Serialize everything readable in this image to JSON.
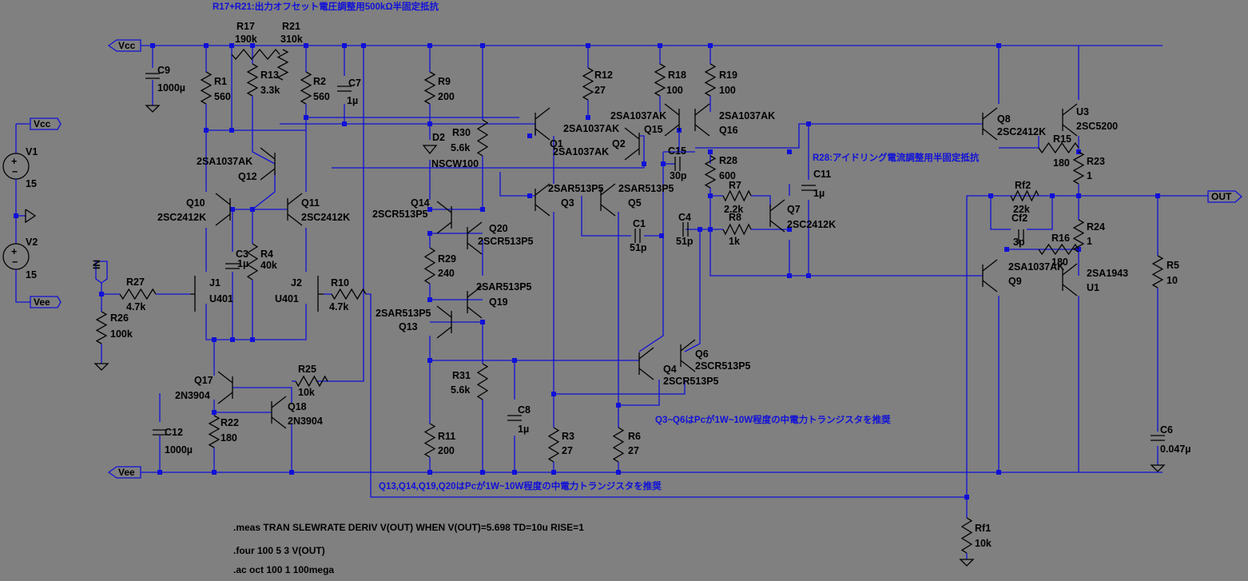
{
  "notes": {
    "offset_trim": "R17+R21:出力オフセット電圧調整用500kΩ半固定抵抗",
    "idle_current": "R28:アイドリング電流調整用半固定抵抗",
    "q3_q6": "Q3~Q6はPcが1W~10W程度の中電力トランジスタを推奨",
    "q13_q20": "Q13,Q14,Q19,Q20はPcが1W~10W程度の中電力トランジスタを推奨"
  },
  "nets": {
    "vcc": "Vcc",
    "vee": "Vee",
    "in": "IN",
    "out": "OUT"
  },
  "directives": {
    "meas": ".meas TRAN SLEWRATE DERIV V(OUT) WHEN V(OUT)=5.698 TD=10u RISE=1",
    "four": ".four 100 5 3 V(OUT)",
    "ac": ".ac oct 100 1 100mega"
  },
  "components": {
    "V1": {
      "name": "V1",
      "value": "15"
    },
    "V2": {
      "name": "V2",
      "value": "15"
    },
    "C9": {
      "name": "C9",
      "value": "1000µ"
    },
    "C12": {
      "name": "C12",
      "value": "1000µ"
    },
    "R17": {
      "name": "R17",
      "value": "190k"
    },
    "R21": {
      "name": "R21",
      "value": "310k"
    },
    "R1": {
      "name": "R1",
      "value": "560"
    },
    "R13": {
      "name": "R13",
      "value": "3.3k"
    },
    "R2": {
      "name": "R2",
      "value": "560"
    },
    "C7": {
      "name": "C7",
      "value": "1µ"
    },
    "R9": {
      "name": "R9",
      "value": "200"
    },
    "R12": {
      "name": "R12",
      "value": "27"
    },
    "R18": {
      "name": "R18",
      "value": "100"
    },
    "R19": {
      "name": "R19",
      "value": "100"
    },
    "Q12": {
      "name": "Q12",
      "value": "2SA1037AK"
    },
    "Q10": {
      "name": "Q10",
      "value": "2SC2412K"
    },
    "Q11": {
      "name": "Q11",
      "value": "2SC2412K"
    },
    "C3": {
      "name": "C3",
      "value": "1µ"
    },
    "R4": {
      "name": "R4",
      "value": "40k"
    },
    "J1": {
      "name": "J1",
      "value": "U401"
    },
    "J2": {
      "name": "J2",
      "value": "U401"
    },
    "R27": {
      "name": "R27",
      "value": "4.7k"
    },
    "R26": {
      "name": "R26",
      "value": "100k"
    },
    "R10": {
      "name": "R10",
      "value": "4.7k"
    },
    "Q17": {
      "name": "Q17",
      "value": "2N3904"
    },
    "Q18": {
      "name": "Q18",
      "value": "2N3904"
    },
    "R25": {
      "name": "R25",
      "value": "10k"
    },
    "R22": {
      "name": "R22",
      "value": "180"
    },
    "D2": {
      "name": "D2",
      "value": "NSCW100"
    },
    "R30": {
      "name": "R30",
      "value": "5.6k"
    },
    "Q14": {
      "name": "Q14",
      "value": "2SCR513P5"
    },
    "Q20": {
      "name": "Q20",
      "value": "2SCR513P5"
    },
    "R29": {
      "name": "R29",
      "value": "240"
    },
    "Q19": {
      "name": "Q19",
      "value": "2SAR513P5"
    },
    "Q13": {
      "name": "Q13",
      "value": "2SAR513P5"
    },
    "R31": {
      "name": "R31",
      "value": "5.6k"
    },
    "C8": {
      "name": "C8",
      "value": "1µ"
    },
    "R11": {
      "name": "R11",
      "value": "200"
    },
    "Q1": {
      "name": "Q1",
      "value": "2SA1037AK"
    },
    "Q2": {
      "name": "Q2",
      "value": "2SA1037AK"
    },
    "Q15": {
      "name": "Q15",
      "value": "2SA1037AK"
    },
    "Q16": {
      "name": "Q16",
      "value": "2SA1037AK"
    },
    "Q3": {
      "name": "Q3",
      "value": "2SAR513P5"
    },
    "Q5": {
      "name": "Q5",
      "value": "2SAR513P5"
    },
    "C1": {
      "name": "C1",
      "value": "51p"
    },
    "C15": {
      "name": "C15",
      "value": "30p"
    },
    "C4": {
      "name": "C4",
      "value": "51p"
    },
    "R28": {
      "name": "R28",
      "value": "600"
    },
    "R7": {
      "name": "R7",
      "value": "2.2k"
    },
    "R8": {
      "name": "R8",
      "value": "1k"
    },
    "Q7": {
      "name": "Q7",
      "value": "2SC2412K"
    },
    "C11": {
      "name": "C11",
      "value": "1µ"
    },
    "Q4": {
      "name": "Q4",
      "value": "2SCR513P5"
    },
    "Q6": {
      "name": "Q6",
      "value": "2SCR513P5"
    },
    "R3": {
      "name": "R3",
      "value": "27"
    },
    "R6": {
      "name": "R6",
      "value": "27"
    },
    "Q8": {
      "name": "Q8",
      "value": "2SC2412K"
    },
    "U3": {
      "name": "U3",
      "value": "2SC5200"
    },
    "R15": {
      "name": "R15",
      "value": "180"
    },
    "R23": {
      "name": "R23",
      "value": "1"
    },
    "Rf2": {
      "name": "Rf2",
      "value": "22k"
    },
    "Cf2": {
      "name": "Cf2",
      "value": "3p"
    },
    "R24": {
      "name": "R24",
      "value": "1"
    },
    "R16": {
      "name": "R16",
      "value": "180"
    },
    "Q9": {
      "name": "Q9",
      "value": "2SA1037AK"
    },
    "U1": {
      "name": "U1",
      "value": "2SA1943"
    },
    "R5": {
      "name": "R5",
      "value": "10"
    },
    "C6": {
      "name": "C6",
      "value": "0.047µ"
    },
    "Rf1": {
      "name": "Rf1",
      "value": "10k"
    }
  }
}
